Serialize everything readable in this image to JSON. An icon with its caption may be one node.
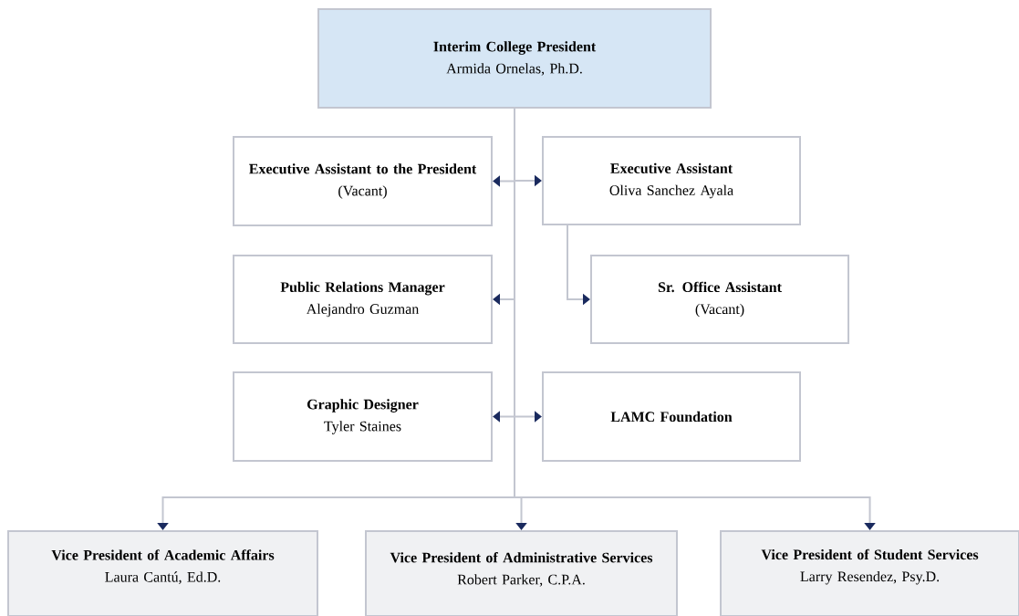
{
  "diagram": {
    "nodes": [
      {
        "text": [
          "Interim College President",
          "Armida Ornelas, Ph.D."
        ]
      },
      {
        "text": [
          "Executive Assistant to the President",
          "(Vacant)"
        ]
      },
      {
        "text": [
          "Executive Assistant",
          "Oliva Sanchez Ayala"
        ]
      },
      {
        "text": [
          "Public Relations Manager",
          "Alejandro Guzman"
        ]
      },
      {
        "text": [
          "Sr. Office Assistant",
          "(Vacant)"
        ]
      },
      {
        "text": [
          "Graphic Designer",
          "Tyler Staines"
        ]
      },
      {
        "text": [
          "LAMC Foundation"
        ]
      },
      {
        "text": [
          "Vice President of Academic Affairs",
          "Laura Cantú, Ed.D."
        ]
      },
      {
        "text": [
          "Vice President of Administrative Services",
          "Robert Parker, C.P.A."
        ]
      },
      {
        "text": [
          "Vice President of Student Services",
          "Larry Resendez, Psy.D."
        ]
      }
    ],
    "edges": [
      {
        "from": 0,
        "to": 1,
        "arrow": "to"
      },
      {
        "from": 0,
        "to": 2,
        "arrow": "to"
      },
      {
        "from": 0,
        "to": 3,
        "arrow": "to"
      },
      {
        "from": 2,
        "to": 4,
        "arrow": "to"
      },
      {
        "from": 0,
        "to": 5,
        "arrow": "to"
      },
      {
        "from": 0,
        "to": 6,
        "arrow": "to"
      },
      {
        "from": 0,
        "to": 7,
        "arrow": "to"
      },
      {
        "from": 0,
        "to": 8,
        "arrow": "to"
      },
      {
        "from": 0,
        "to": 9,
        "arrow": "to"
      }
    ]
  }
}
